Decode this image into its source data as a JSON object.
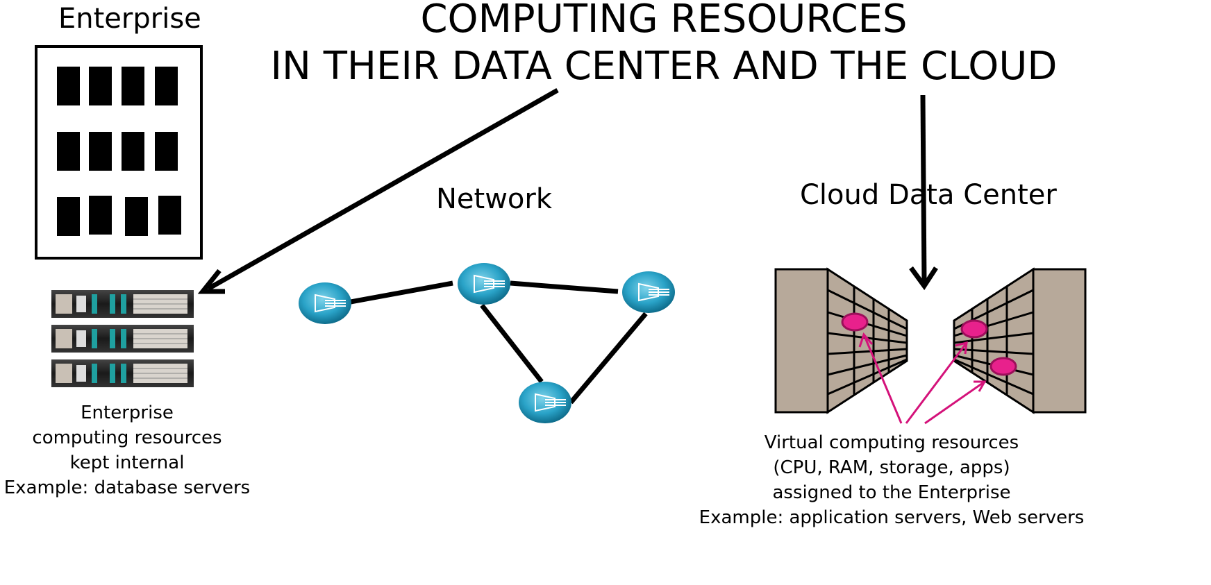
{
  "title": {
    "line1": "COMPUTING RESOURCES",
    "line2": "IN THEIR DATA CENTER AND THE CLOUD"
  },
  "enterprise": {
    "label": "Enterprise",
    "caption": [
      "Enterprise",
      "computing resources",
      "kept internal",
      "Example: database servers"
    ]
  },
  "network": {
    "label": "Network",
    "router_count": 4
  },
  "cloud": {
    "label": "Cloud Data Center",
    "caption": [
      "Virtual computing resources",
      "(CPU, RAM, storage, apps)",
      "assigned to the Enterprise",
      "Example: application servers, Web servers"
    ]
  },
  "icons": [
    "building-icon",
    "server-rack-icon",
    "router-icon",
    "datacenter-icon",
    "virtual-resource-icon"
  ],
  "colors": {
    "building_window": "#000000",
    "router": "#2aa3c8",
    "datacenter_wall": "#b7a99a",
    "virtual_resource": "#e8218c",
    "arrow": "#000000",
    "pointer_arrow": "#d4127a"
  }
}
